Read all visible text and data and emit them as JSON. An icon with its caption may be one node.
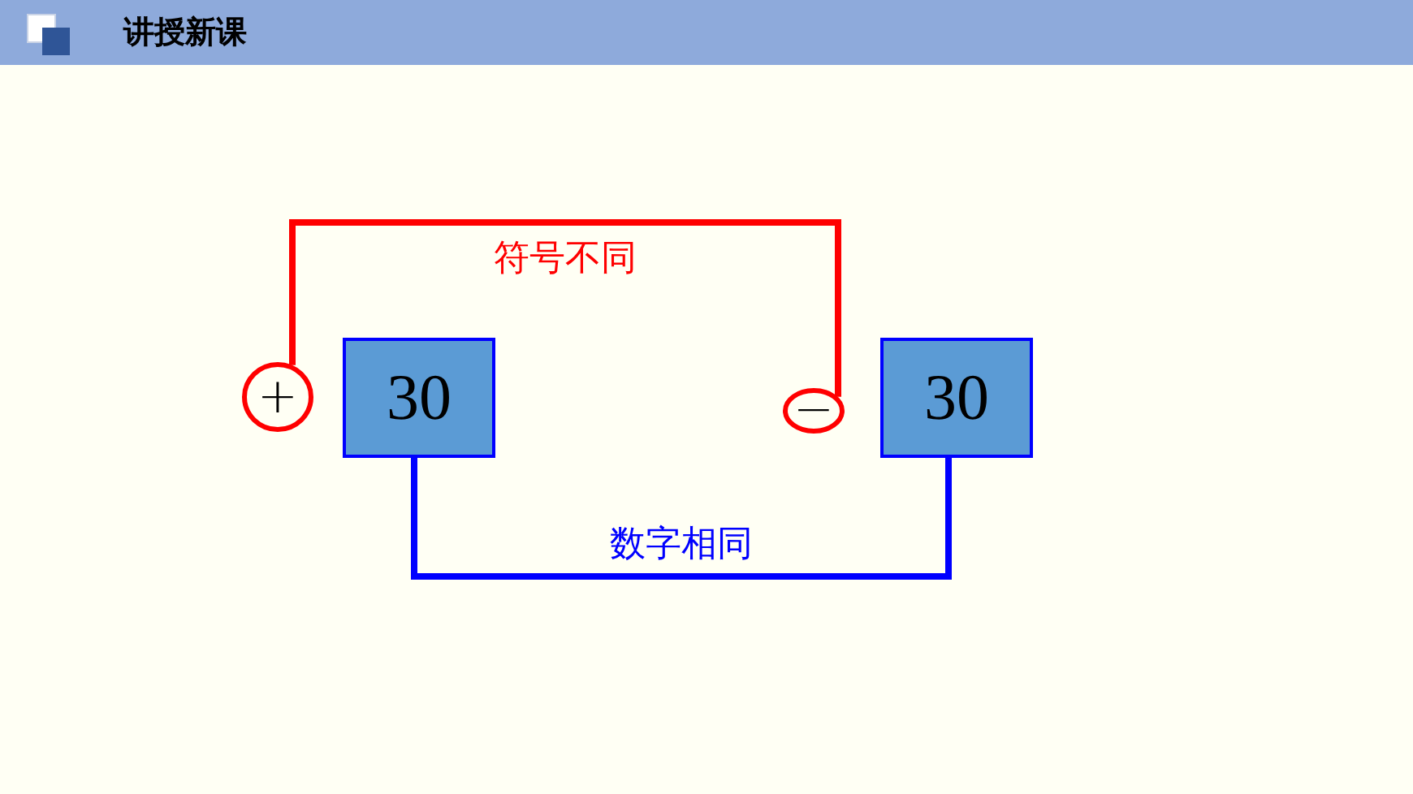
{
  "diagram": {
    "title": "讲授新课",
    "nodes": [
      {
        "text": [
          "+"
        ]
      },
      {
        "text": [
          "30"
        ]
      },
      {
        "text": [
          "−"
        ]
      },
      {
        "text": [
          "30"
        ]
      }
    ],
    "edges": [
      {
        "from": 0,
        "to": 2,
        "arrow": "none",
        "label": "符号不同",
        "color": "#ff0000"
      },
      {
        "from": 1,
        "to": 3,
        "arrow": "none",
        "label": "数字相同",
        "color": "#0000ff"
      }
    ]
  }
}
